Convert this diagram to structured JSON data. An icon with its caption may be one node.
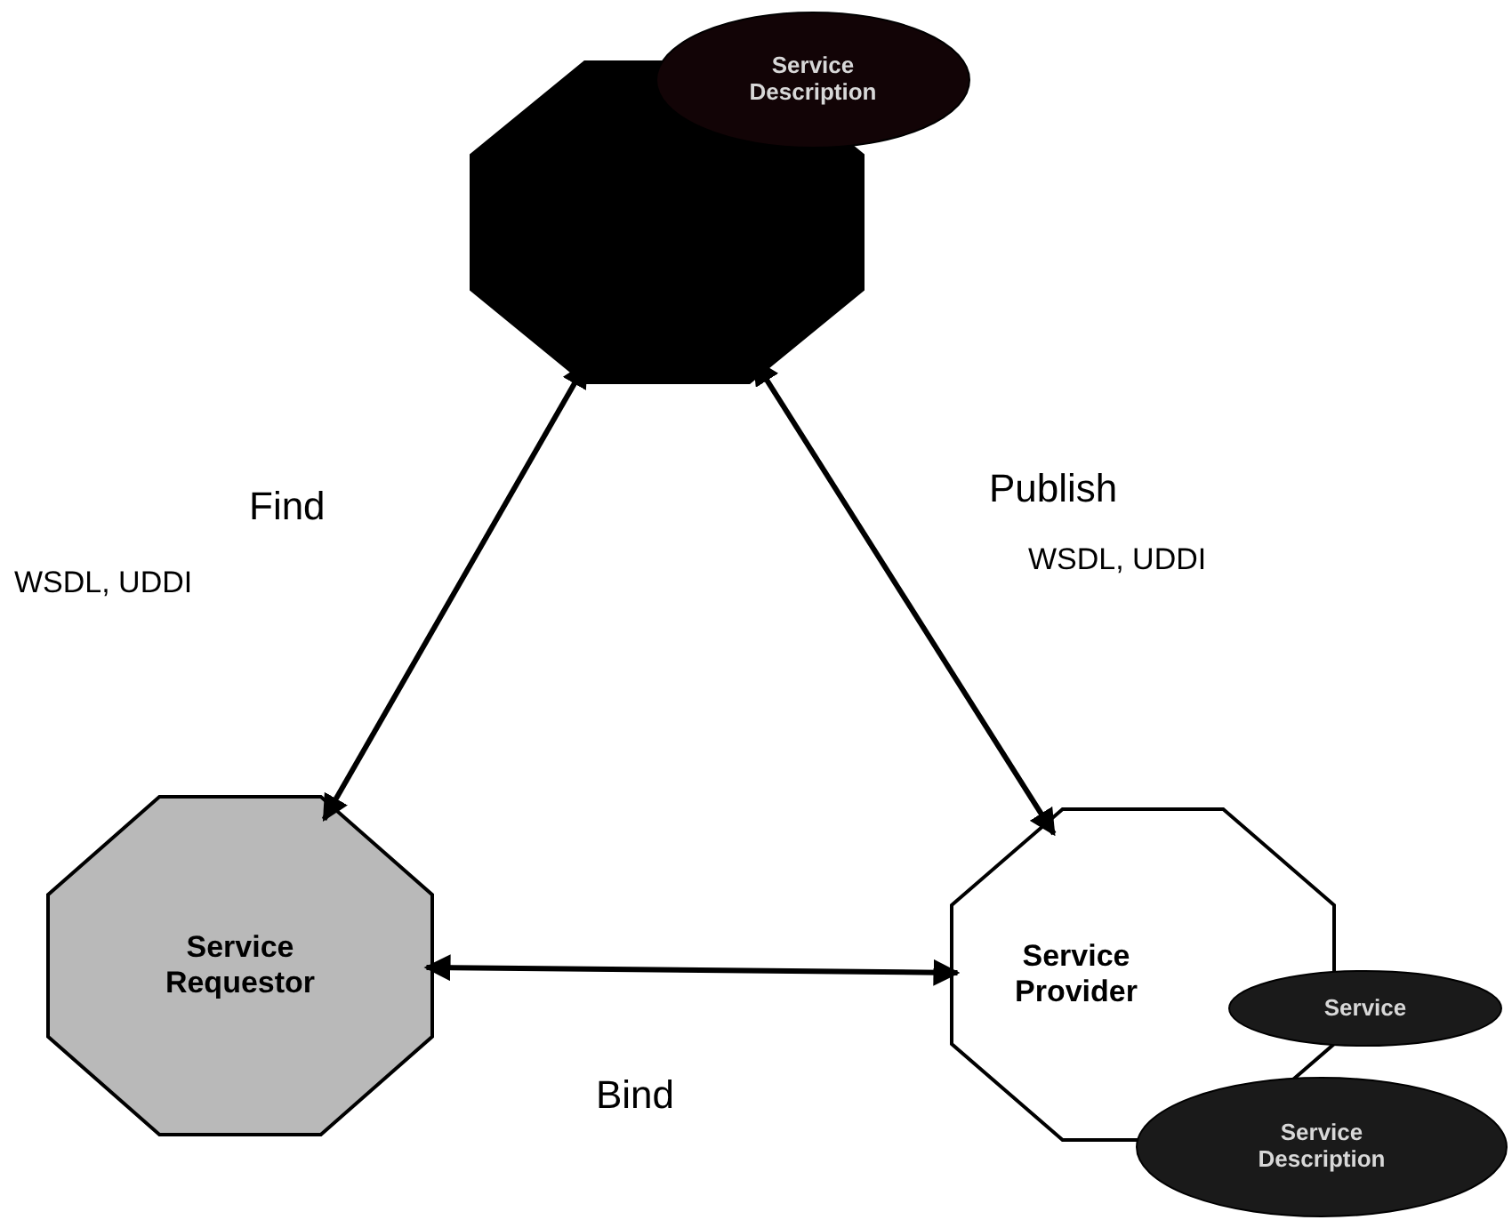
{
  "diagram": {
    "nodes": [
      {
        "text": [],
        "shape": "octagon"
      },
      {
        "text": [
          "Service Description"
        ]
      },
      {
        "text": [
          "Service Requestor"
        ]
      },
      {
        "text": [
          "Service Provider"
        ]
      },
      {
        "text": [
          "Service"
        ]
      },
      {
        "text": [
          "Service Description"
        ]
      }
    ],
    "edges": [
      {
        "from": 2,
        "to": 0,
        "arrow": "both",
        "label": "Find"
      },
      {
        "from": 3,
        "to": 0,
        "arrow": "both",
        "label": "Publish"
      },
      {
        "from": 2,
        "to": 3,
        "arrow": "both",
        "label": "Bind"
      }
    ],
    "labels": [
      "WSDL, UDDI",
      "WSDL, UDDI"
    ]
  }
}
